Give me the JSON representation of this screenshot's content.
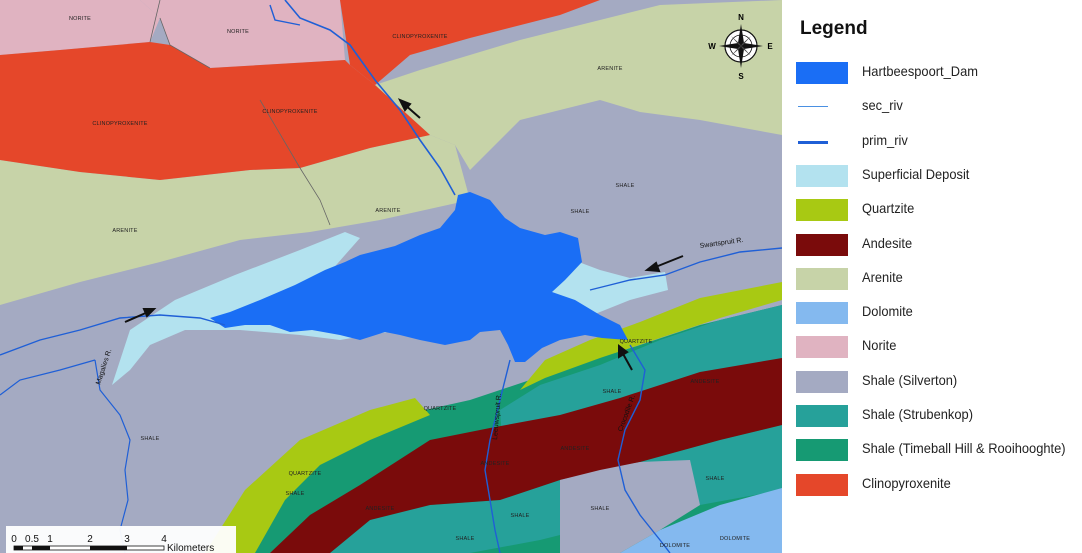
{
  "legend": {
    "title": "Legend",
    "items": [
      {
        "label": "Hartbeespoort_Dam",
        "color": "#1a6ef5",
        "kind": "fill"
      },
      {
        "label": "sec_riv",
        "color": "#4a90e2",
        "kind": "thin-line"
      },
      {
        "label": "prim_riv",
        "color": "#1f5fd6",
        "kind": "thick-line"
      },
      {
        "label": "Superficial Deposit",
        "color": "#b3e2ef",
        "kind": "fill"
      },
      {
        "label": "Quartzite",
        "color": "#a8c913",
        "kind": "fill"
      },
      {
        "label": "Andesite",
        "color": "#7a0b0b",
        "kind": "fill"
      },
      {
        "label": "Arenite",
        "color": "#c7d3a8",
        "kind": "fill"
      },
      {
        "label": "Dolomite",
        "color": "#84b9ef",
        "kind": "fill"
      },
      {
        "label": "Norite",
        "color": "#e0b3c1",
        "kind": "fill"
      },
      {
        "label": "Shale (Silverton)",
        "color": "#a4aac2",
        "kind": "fill"
      },
      {
        "label": "Shale (Strubenkop)",
        "color": "#26a19a",
        "kind": "fill"
      },
      {
        "label": "Shale (Timeball Hill & Rooihooghte)",
        "color": "#169a73",
        "kind": "fill"
      },
      {
        "label": "Clinopyroxenite",
        "color": "#e5472a",
        "kind": "fill"
      }
    ]
  },
  "map": {
    "unit_labels": {
      "norite": "NORITE",
      "clinopyroxenite": "CLINOPYROXENITE",
      "arenite": "ARENITE",
      "shale": "SHALE",
      "quartzite": "QUARTZITE",
      "andesite": "ANDESITE",
      "dolomite": "DOLOMITE"
    },
    "rivers": {
      "swartspruit": "Swartspruit R.",
      "magalies": "Magalies R.",
      "leeuwspruit": "Leeuwspruit R.",
      "crocodile": "Crocodile R."
    },
    "compass": {
      "n": "N",
      "s": "S",
      "e": "E",
      "w": "W"
    }
  },
  "scale_bar": {
    "ticks": [
      "0",
      "0.5",
      "1",
      "2",
      "3",
      "4"
    ],
    "unit": "Kilometers"
  }
}
